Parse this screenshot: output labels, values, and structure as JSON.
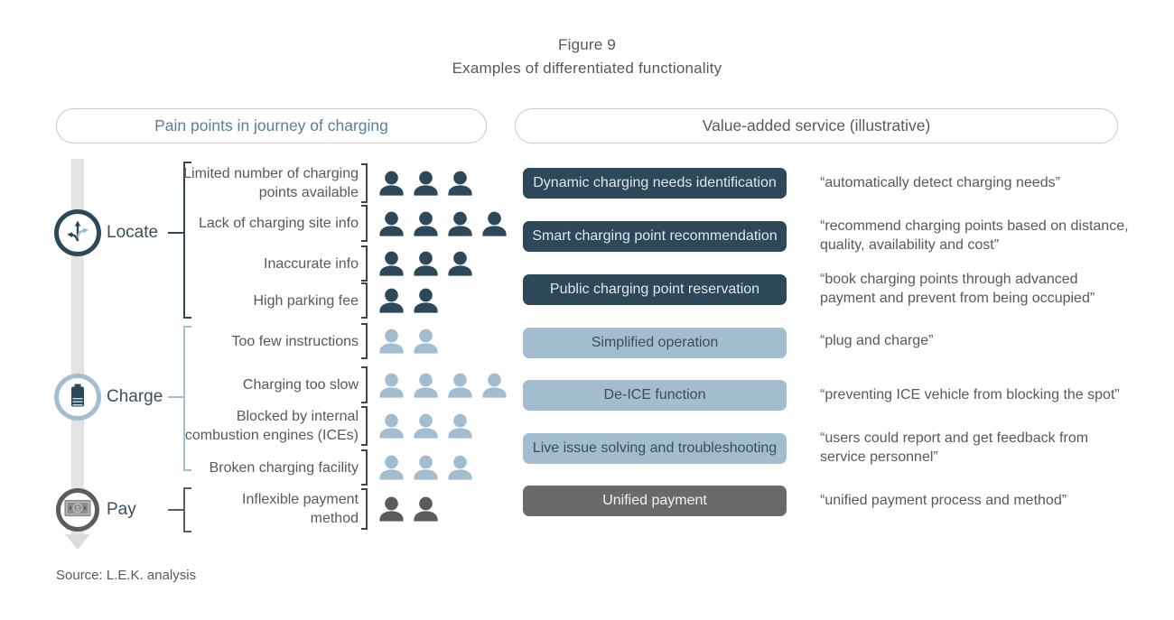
{
  "title": {
    "line1": "Figure 9",
    "line2": "Examples of differentiated functionality"
  },
  "headers": {
    "pain": "Pain points in journey of charging",
    "value": "Value-added service (illustrative)"
  },
  "stages": [
    {
      "label": "Locate",
      "icon": "directions-icon"
    },
    {
      "label": "Charge",
      "icon": "battery-icon"
    },
    {
      "label": "Pay",
      "icon": "banknote-icon"
    }
  ],
  "rows": [
    {
      "stage": "Locate",
      "pain": "Limited number of charging points available",
      "people": 3,
      "tone": "navy"
    },
    {
      "stage": "Locate",
      "pain": "Lack of charging site info",
      "people": 4,
      "tone": "navy"
    },
    {
      "stage": "Locate",
      "pain": "Inaccurate info",
      "people": 3,
      "tone": "navy"
    },
    {
      "stage": "Locate",
      "pain": "High parking fee",
      "people": 2,
      "tone": "navy"
    },
    {
      "stage": "Charge",
      "pain": "Too few instructions",
      "people": 2,
      "tone": "blue"
    },
    {
      "stage": "Charge",
      "pain": "Charging too slow",
      "people": 4,
      "tone": "blue"
    },
    {
      "stage": "Charge",
      "pain": "Blocked by internal combustion engines (ICEs)",
      "people": 3,
      "tone": "blue"
    },
    {
      "stage": "Charge",
      "pain": "Broken charging facility",
      "people": 3,
      "tone": "blue"
    },
    {
      "stage": "Pay",
      "pain": "Inflexible payment method",
      "people": 2,
      "tone": "gray"
    }
  ],
  "services": [
    {
      "label": "Dynamic charging needs identification",
      "tone": "navy",
      "quote": "“automatically detect charging needs”"
    },
    {
      "label": "Smart charging point recommendation",
      "tone": "navy",
      "quote": "“recommend charging points based on distance, quality, availability and cost”"
    },
    {
      "label": "Public charging point reservation",
      "tone": "navy",
      "quote": "“book charging points through advanced payment and prevent from being occupied”"
    },
    {
      "label": "Simplified operation",
      "tone": "blue",
      "quote": "“plug and charge”"
    },
    {
      "label": "De-ICE function",
      "tone": "blue",
      "quote": "“preventing ICE vehicle from blocking the spot”"
    },
    {
      "label": "Live issue solving and troubleshooting",
      "tone": "blue",
      "quote": "“users could report and get feedback from service personnel”"
    },
    {
      "label": "Unified payment",
      "tone": "gray",
      "quote": "“unified payment process and method”"
    }
  ],
  "colors": {
    "navy": "#2d4858",
    "blue": "#a3bdd0",
    "gray": "#5c5c5c",
    "gray_button": "#6a6a6a",
    "navy_text": "#dde7ee",
    "blue_text": "#3e4d57",
    "gray_text": "#f2f2f2",
    "text": "#595959",
    "pain_header": "#5b7e92",
    "timeline": "#e3e3e3",
    "bracket": "#3c4852"
  },
  "source": "Source: L.E.K. analysis"
}
